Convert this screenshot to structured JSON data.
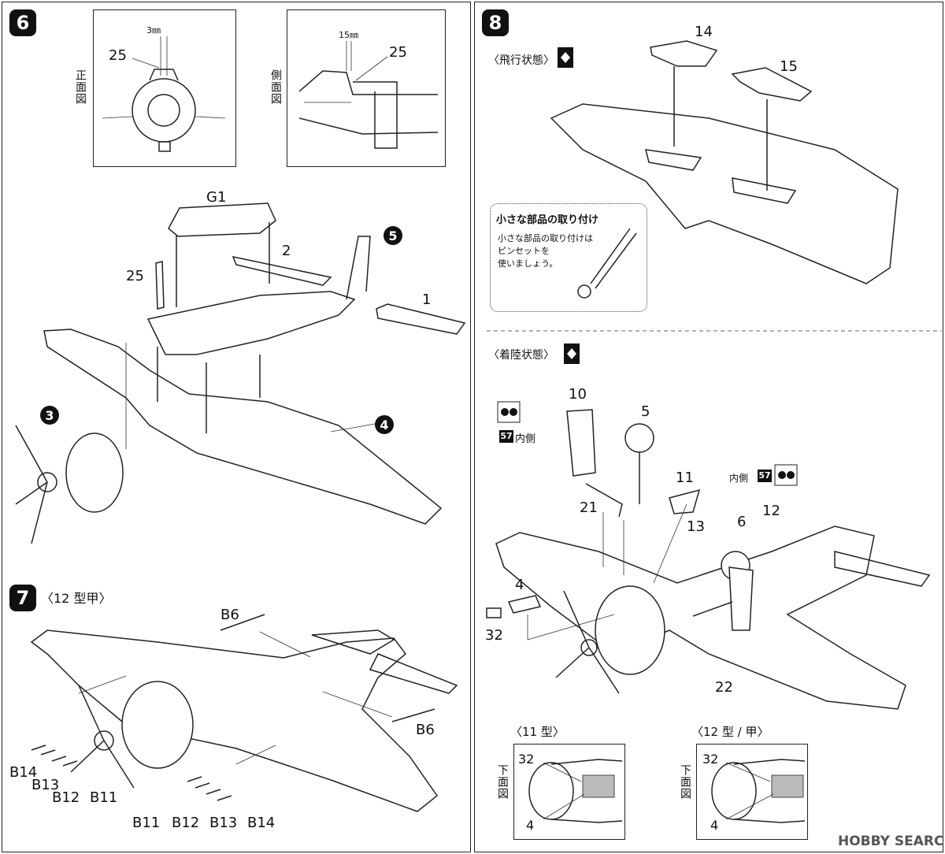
{
  "step6": {
    "number": "6",
    "front_view_label": "正面図",
    "front_dim": "3㎜",
    "front_part": "25",
    "side_view_label": "側面図",
    "side_dim": "15㎜",
    "side_part": "25",
    "parts": {
      "g1": "G1",
      "p2": "2",
      "p1": "1",
      "p25": "25"
    },
    "sub_steps": {
      "s5": "5",
      "s3": "3",
      "s4": "4"
    }
  },
  "step7": {
    "number": "7",
    "variant": "〈12 型甲〉",
    "b6_top": "B6",
    "b6_right": "B6",
    "left_labels": {
      "b14": "B14",
      "b13": "B13",
      "b12": "B12",
      "b11": "B11"
    },
    "bottom_labels": {
      "b11": "B11",
      "b12": "B12",
      "b13": "B13",
      "b14": "B14"
    }
  },
  "step8": {
    "number": "8",
    "flight_label": "〈飛行状態〉",
    "landing_label": "〈着陸状態〉",
    "parts": {
      "p14": "14",
      "p15": "15",
      "p10": "10",
      "p5": "5",
      "p11": "11",
      "p21": "21",
      "p13": "13",
      "p6": "6",
      "p12": "12",
      "p4": "4",
      "p32": "32",
      "p22": "22"
    },
    "inner_left": "内側",
    "inner_right": "内側",
    "paint_code": "57",
    "tip": {
      "title": "小さな部品の取り付け",
      "line1": "小さな部品の取り付けは",
      "line2": "ピンセットを",
      "line3": "使いましょう。"
    },
    "type11": {
      "title": "〈11 型〉",
      "view_label": "下面図",
      "part_top": "32",
      "part_bottom": "4"
    },
    "type12": {
      "title": "〈12 型 / 甲〉",
      "view_label": "下面図",
      "part_top": "32",
      "part_bottom": "4"
    }
  },
  "watermark": "HOBBY SEARCH"
}
